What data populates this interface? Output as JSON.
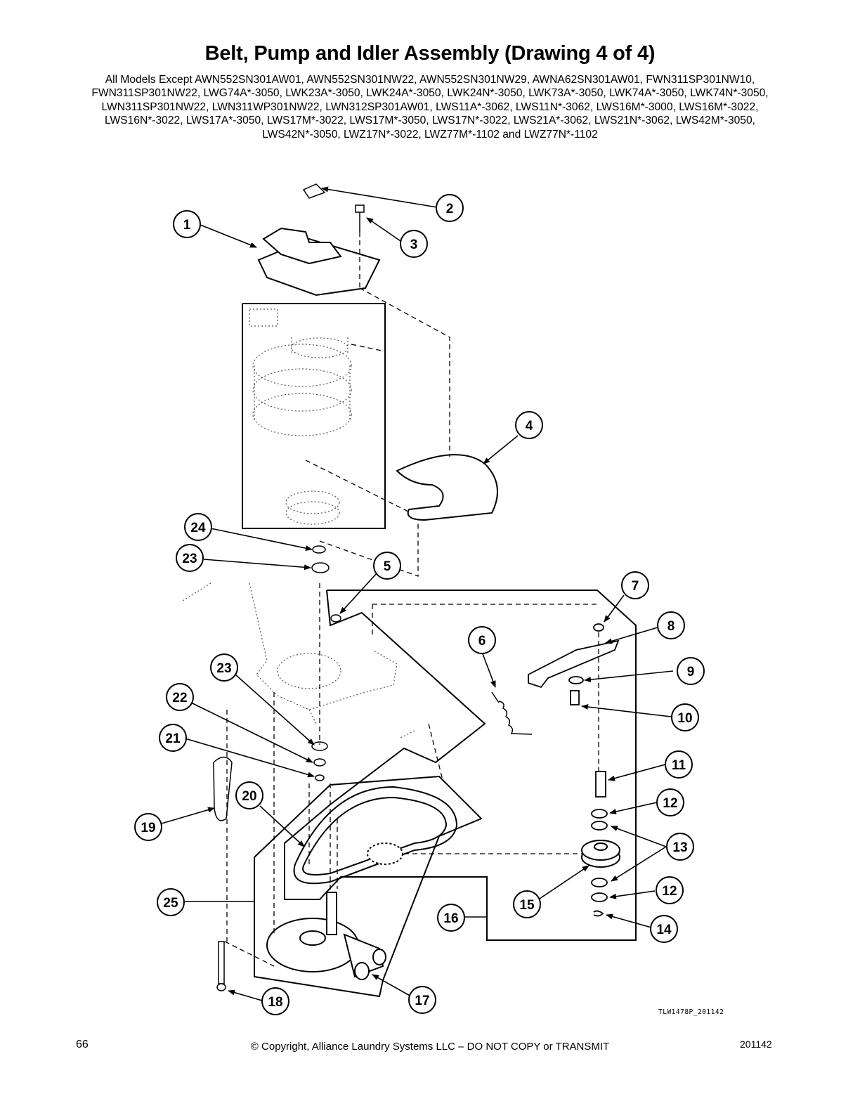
{
  "header": {
    "title": "Belt, Pump and Idler Assembly (Drawing 4 of 4)",
    "models_text": "All Models Except AWN552SN301AW01, AWN552SN301NW22, AWN552SN301NW29, AWNA62SN301AW01, FWN311SP301NW10, FWN311SP301NW22, LWG74A*-3050, LWK23A*-3050, LWK24A*-3050, LWK24N*-3050, LWK73A*-3050, LWK74A*-3050, LWK74N*-3050, LWN311SP301NW22, LWN311WP301NW22, LWN312SP301AW01, LWS11A*-3062, LWS11N*-3062, LWS16M*-3000, LWS16M*-3022, LWS16N*-3022, LWS17A*-3050, LWS17M*-3022, LWS17M*-3050, LWS17N*-3022, LWS21A*-3062, LWS21N*-3062, LWS42M*-3050, LWS42N*-3050, LWZ17N*-3022, LWZ77M*-1102 and LWZ77N*-1102"
  },
  "callouts": [
    "1",
    "2",
    "3",
    "4",
    "5",
    "6",
    "7",
    "8",
    "9",
    "10",
    "11",
    "12",
    "12",
    "13",
    "14",
    "15",
    "16",
    "17",
    "18",
    "19",
    "20",
    "21",
    "22",
    "23",
    "23",
    "24",
    "25"
  ],
  "drawing_ref": "TLW1478P_201142",
  "footer": {
    "page_number": "66",
    "copyright": "© Copyright, Alliance Laundry Systems LLC – DO NOT COPY or TRANSMIT",
    "date_code": "201142"
  }
}
